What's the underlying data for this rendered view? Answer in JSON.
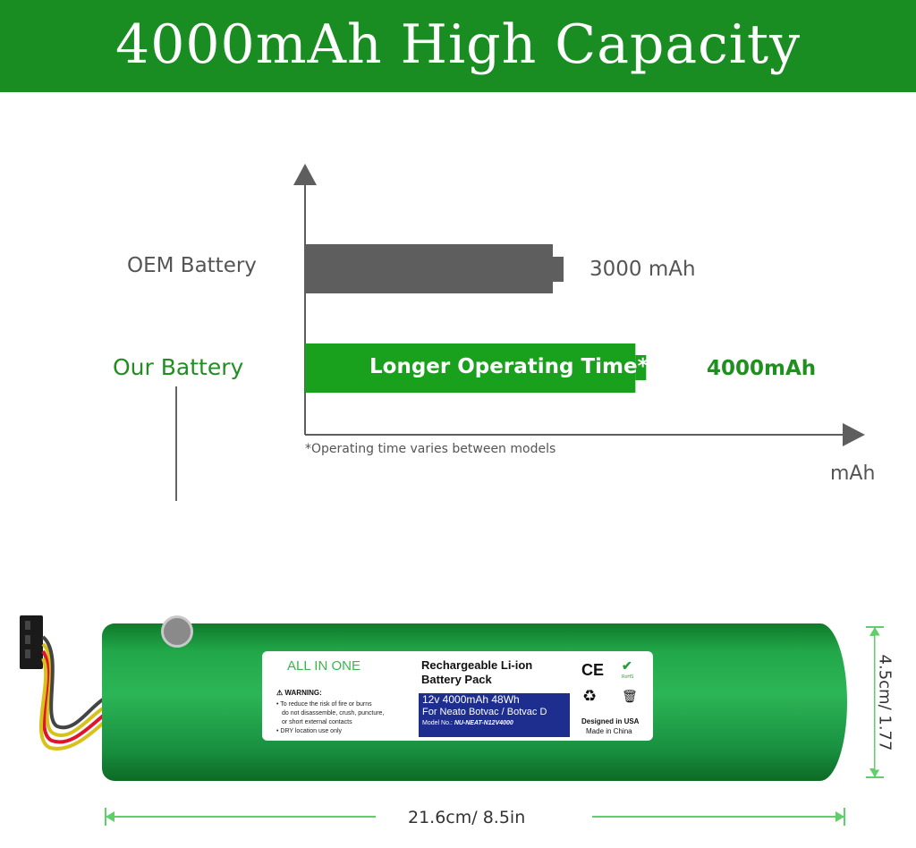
{
  "banner": {
    "title": "4000mAh High Capacity"
  },
  "chart_data": {
    "type": "bar",
    "categories": [
      "OEM Battery",
      "Our Battery"
    ],
    "values": [
      3000,
      4000
    ],
    "value_labels": [
      "3000 mAh",
      "4000mAh"
    ],
    "bar_text": "Longer Operating Time*",
    "xlabel": "mAh",
    "footnote": "*Operating time varies between models",
    "colors": {
      "oem": "#5e5e5e",
      "ours": "#19a01d"
    }
  },
  "battery_label": {
    "brand": "ALL IN ONE",
    "warning_title": "WARNING:",
    "warning_lines": [
      "• To reduce the risk of fire or burns",
      "do not disassemble, crush, puncture,",
      "or short external contacts",
      "• DRY location use only"
    ],
    "title_line1": "Rechargeable Li-ion",
    "title_line2": "Battery Pack",
    "spec_line": "12v 4000mAh 48Wh",
    "model_line": "For Neato Botvac / Botvac D",
    "model_no_label": "Model No.:",
    "model_no": "NU-NEAT-N12V4000",
    "ce_mark": "CE",
    "rohs": "RoHS",
    "designed": "Designed in USA",
    "made": "Made in China"
  },
  "dimensions": {
    "length": "21.6cm/ 8.5in",
    "height": "4.5cm/ 1.77"
  },
  "icons": [
    "battery-tip-icon",
    "recycle-icon",
    "weee-bin-icon",
    "rohs-check-icon",
    "warning-triangle-icon"
  ]
}
